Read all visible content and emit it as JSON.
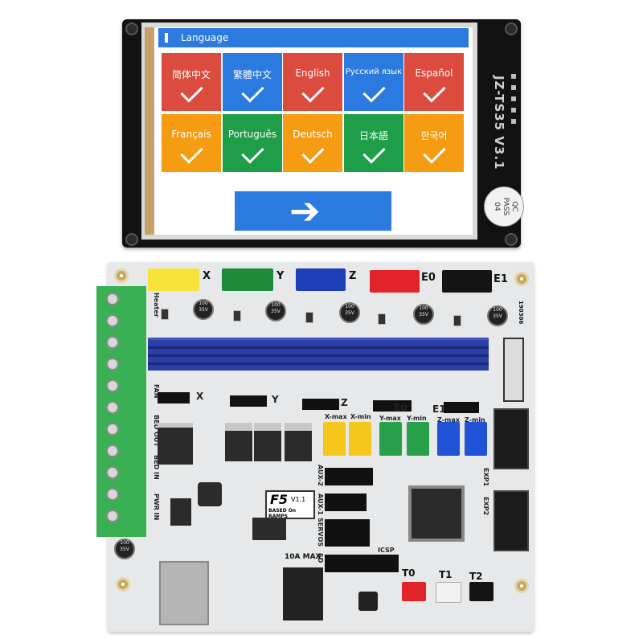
{
  "lcd": {
    "header_title": "Language",
    "languages": [
      {
        "label": "简体中文",
        "color": "#dc4c3e"
      },
      {
        "label": "繁體中文",
        "color": "#2a7ae0"
      },
      {
        "label": "English",
        "color": "#dc4c3e"
      },
      {
        "label": "Русский язык",
        "color": "#2a7ae0"
      },
      {
        "label": "Español",
        "color": "#dc4c3e"
      },
      {
        "label": "Français",
        "color": "#f59c12"
      },
      {
        "label": "Português",
        "color": "#1f9e4a"
      },
      {
        "label": "Deutsch",
        "color": "#f59c12"
      },
      {
        "label": "日本語",
        "color": "#1f9e4a"
      },
      {
        "label": "한국어",
        "color": "#f59c12"
      }
    ],
    "next_icon": "arrow-right-icon",
    "pcb_text": "JZ-TS35 V3.1",
    "qc_line1": "QC",
    "qc_line2": "PASS",
    "qc_line3": "04"
  },
  "board": {
    "axis_labels": [
      "X",
      "Y",
      "Z",
      "E0",
      "E1"
    ],
    "driver_labels": [
      "X",
      "Y",
      "Z",
      "E0",
      "E1"
    ],
    "terminal_labels": [
      "Heater",
      "FAN",
      "BED OUT",
      "BED IN",
      "PWR IN"
    ],
    "endstop_labels": [
      "X-max",
      "X-min",
      "Y-max",
      "Y-min",
      "Z-max",
      "Z-min"
    ],
    "aux_labels": [
      "AUX-2",
      "AUX-1",
      "SERVOS",
      "SD"
    ],
    "exp_labels": [
      "EXP1",
      "EXP2"
    ],
    "logo_title": "F5",
    "logo_version": "V1.1",
    "logo_sub": "BASED On RAMPS",
    "current_label": "10A MAX",
    "icsp_label": "ICSP",
    "thermistor_labels": [
      "T0",
      "T1",
      "T2"
    ],
    "date_code": "190306",
    "cap_text": "100 35V"
  }
}
